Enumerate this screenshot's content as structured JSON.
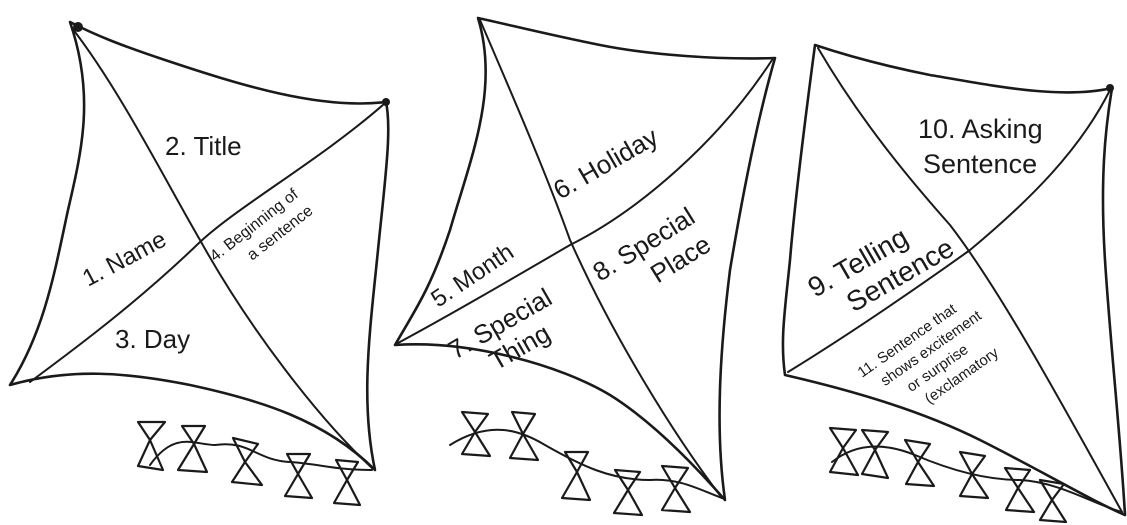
{
  "kites": [
    {
      "sections": {
        "top": {
          "label": "2.  Title"
        },
        "left": {
          "label": "1. Name"
        },
        "right": {
          "lines": [
            "4.  Beginning of",
            "a sentence"
          ]
        },
        "bottom": {
          "label": "3.  Day"
        }
      }
    },
    {
      "sections": {
        "top": {
          "label": "6.  Holiday"
        },
        "left": {
          "label": "5.  Month"
        },
        "right": {
          "lines": [
            "8.  Special",
            "Place"
          ]
        },
        "bottom": {
          "lines": [
            "7.  Special",
            "Thing"
          ]
        }
      }
    },
    {
      "sections": {
        "top": {
          "lines": [
            "10. Asking",
            "Sentence"
          ]
        },
        "left": {
          "lines": [
            "9.  Telling",
            "Sentence"
          ]
        },
        "bottom": {
          "lines": [
            "11. Sentence that",
            "shows excitement",
            "or surprise",
            "(exclamatory"
          ]
        }
      }
    }
  ]
}
